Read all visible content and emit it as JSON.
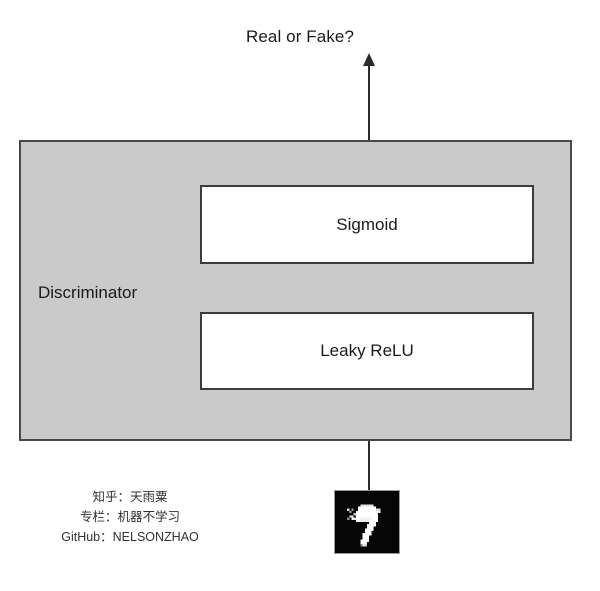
{
  "diagram": {
    "title_output": "Real or Fake?",
    "container": {
      "label": "Discriminator",
      "fill_color": "#cacaca",
      "border_color": "#4a4a4a"
    },
    "layers": [
      {
        "label": "Sigmoid",
        "fill_color": "#ffffff",
        "border_color": "#3c3c3c"
      },
      {
        "label": "Leaky ReLU",
        "fill_color": "#ffffff",
        "border_color": "#3c3c3c"
      }
    ],
    "input": {
      "name": "mnist-digit-image",
      "digit": "7",
      "background_color": "#050505",
      "stroke_color": "#ffffff"
    },
    "connectors": {
      "output_arrow": "arrow-up-icon",
      "input_line": "line-connector"
    }
  },
  "credits": {
    "lines": [
      "知乎：天雨粟",
      "专栏：机器不学习",
      "GitHub：NELSONZHAO"
    ]
  }
}
